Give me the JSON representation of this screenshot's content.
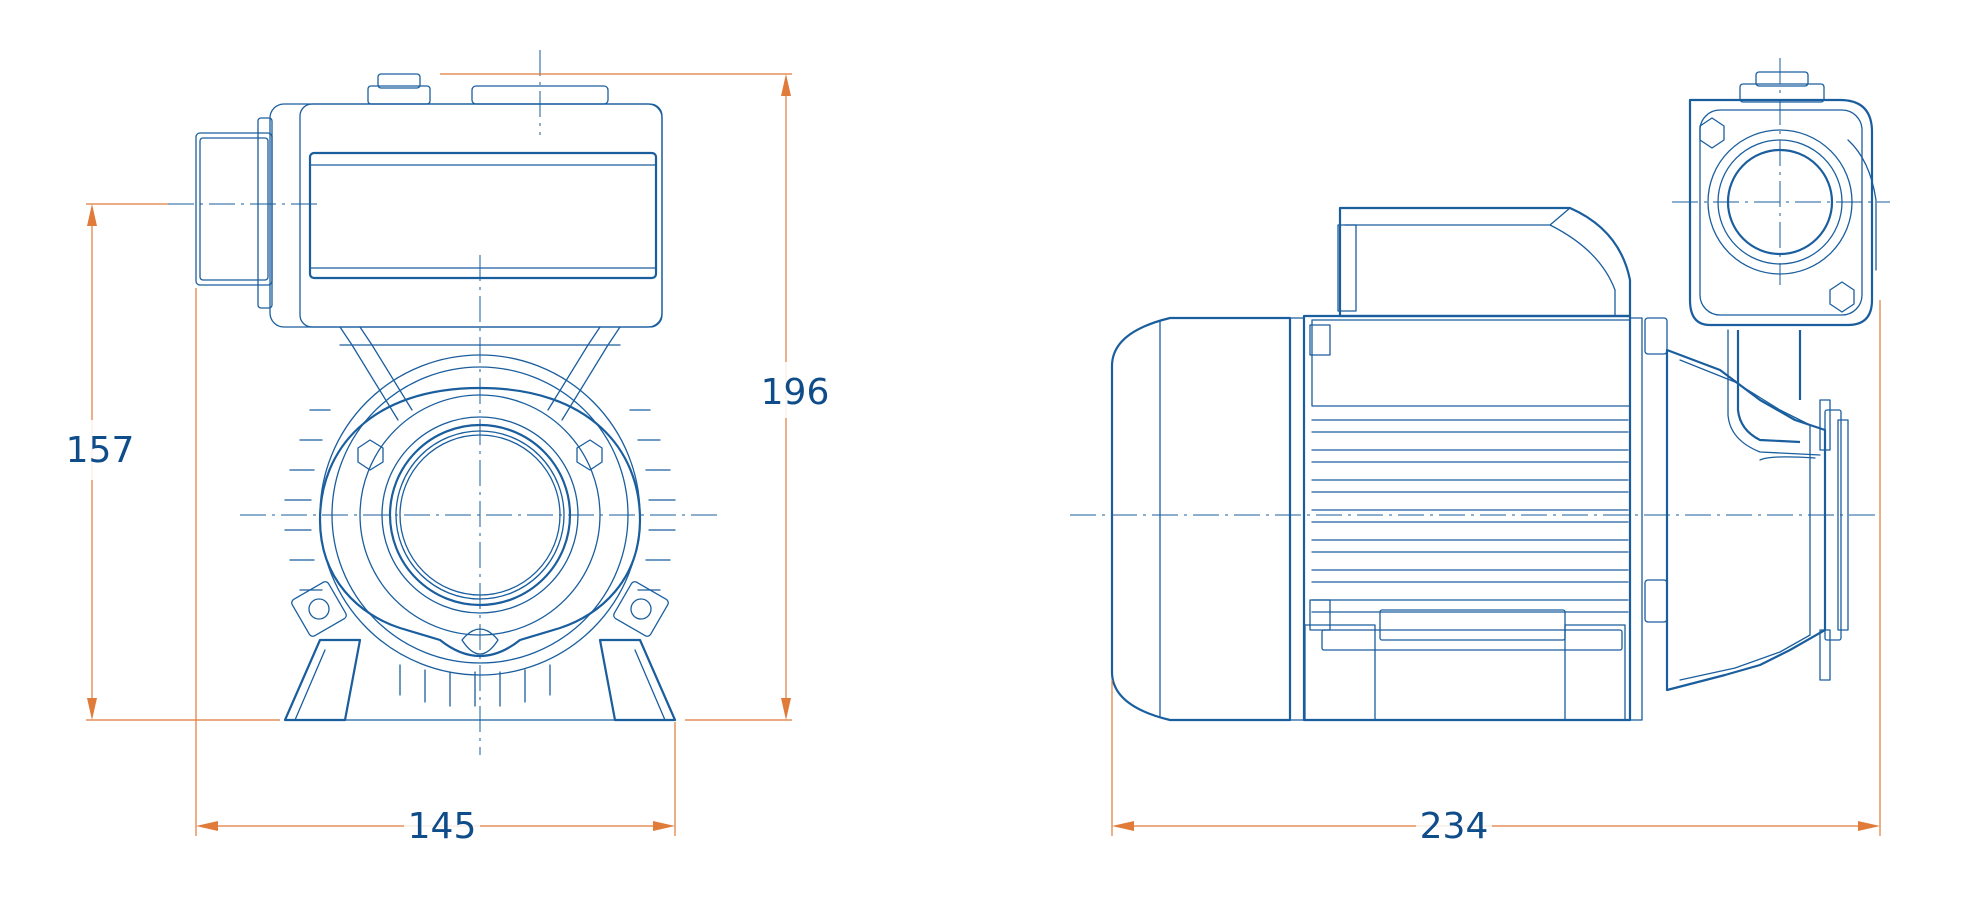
{
  "colors": {
    "outline": "#1a5e9e",
    "dimension": "#e07b39",
    "dimension_text": "#0f4c8a",
    "background": "#ffffff"
  },
  "dimensions": {
    "front_height_to_port": "157",
    "front_total_height": "196",
    "front_width": "145",
    "side_length": "234"
  }
}
